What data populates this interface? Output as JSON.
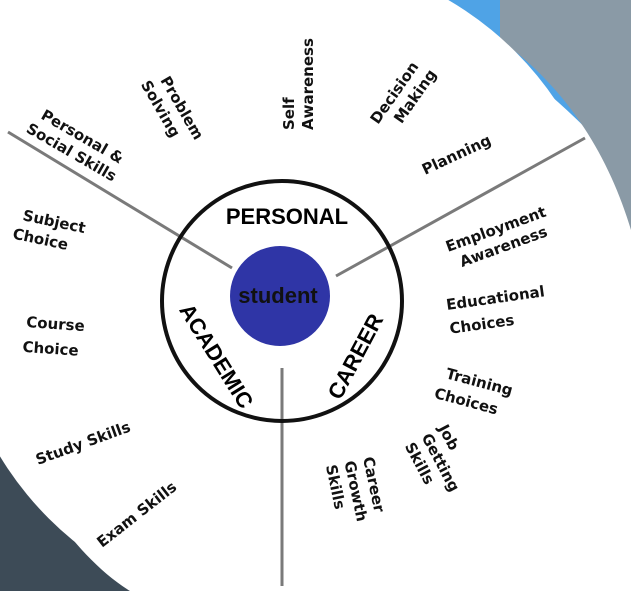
{
  "colors": {
    "background_blue": "#4fa3e6",
    "photo_top_right": "#8a9aa6",
    "photo_bottom_left": "#3d4b57",
    "disc": "#ffffff",
    "divider": "#7a7a7a",
    "ring": "#111111",
    "center_circle": "#2f35a6",
    "center_text": "#111111"
  },
  "center": {
    "label": "student"
  },
  "ring_sections": {
    "personal": "PERSONAL",
    "academic": "ACADEMIC",
    "career": "CAREER"
  },
  "personal_items": {
    "personal_social": [
      "Personal &",
      "Social Skills"
    ],
    "problem_solving": [
      "Problem",
      "Solving"
    ],
    "self_awareness": [
      "Self",
      "Awareness"
    ],
    "decision_making": [
      "Decision",
      "Making"
    ],
    "planning": "Planning"
  },
  "academic_items": {
    "subject_choice": [
      "Subject",
      "Choice"
    ],
    "course_choice": [
      "Course",
      "Choice"
    ],
    "study_skills": "Study Skills",
    "exam_skills": "Exam Skills"
  },
  "career_items": {
    "employment_awareness": [
      "Employment",
      "Awareness"
    ],
    "educational_choices": [
      "Educational",
      "Choices"
    ],
    "training_choices": [
      "Training",
      "Choices"
    ],
    "job_getting_skills": [
      "Job",
      "Getting",
      "Skills"
    ],
    "career_growth_skills": [
      "Career",
      "Growth",
      "Skills"
    ]
  }
}
